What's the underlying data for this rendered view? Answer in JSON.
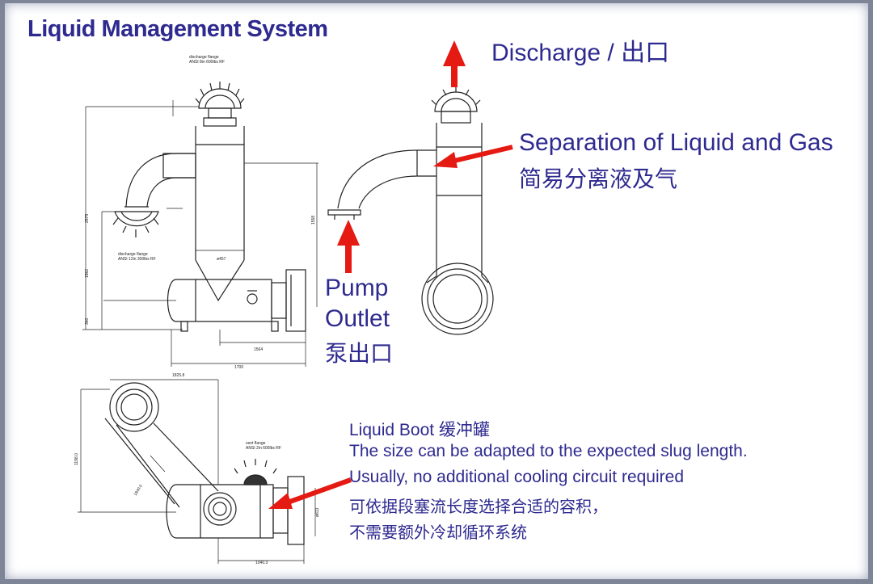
{
  "title": "Liquid Management System",
  "discharge_label": "Discharge / 出口",
  "separation": {
    "en": "Separation of  Liquid and Gas",
    "cn": "简易分离液及气"
  },
  "pump": {
    "line1": "Pump",
    "line2": "Outlet",
    "line3": "泵出口"
  },
  "boot": {
    "heading": "Liquid Boot  缓冲罐",
    "line1": "The size can be adapted to the expected slug length.",
    "line2": "Usually, no additional cooling circuit required",
    "line3": "可依据段塞流长度选择合适的容积，",
    "line4": "不需要额外冷却循环系统"
  },
  "drawing_notes": {
    "top_flange": "discharge flange",
    "top_flange_spec": "ANSI 8in 600lbs RF",
    "side_flange": "discharge flange",
    "side_flange_spec": "ANSI 12in 300lbs RF",
    "vent_flange": "vent flange",
    "vent_flange_spec": "ANSI 2in 600lbs RF"
  },
  "colors": {
    "text": "#2e2a8f",
    "arrow": "#e51a12",
    "frame": "#7d8597",
    "line": "#222222"
  }
}
